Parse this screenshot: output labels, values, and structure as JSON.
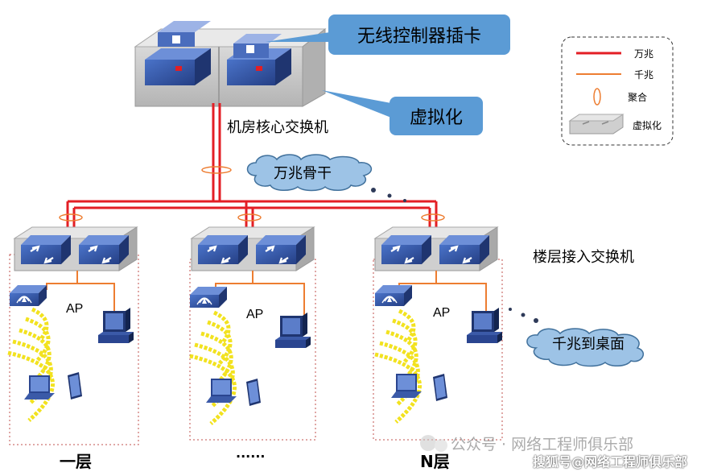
{
  "callouts": {
    "wireless_card": "无线控制器插卡",
    "virtualization": "虚拟化"
  },
  "labels": {
    "core_switch": "机房核心交换机",
    "access_switch": "楼层接入交换机",
    "backbone": "万兆骨干",
    "desktop": "千兆到桌面"
  },
  "legend": {
    "ten_gig": "万兆",
    "gig": "千兆",
    "aggregation": "聚合",
    "virtualization": "虚拟化"
  },
  "floors": [
    {
      "ap_label": "AP",
      "name": "一层"
    },
    {
      "ap_label": "AP",
      "name": "......"
    },
    {
      "ap_label": "AP",
      "name": "N层"
    }
  ],
  "watermark": {
    "top": "公众号 · 网络工程师俱乐部",
    "bottom": "搜狐号@网络工程师俱乐部"
  },
  "colors": {
    "ten_gig_line": "#e31e24",
    "gig_line": "#ed7d31",
    "callout": "#5b9bd5",
    "cloud": "#9dc3e6",
    "switch": "#2e4f9c",
    "wifi": "#f2e21f",
    "floor_border": "#c0504d"
  },
  "icons": [
    "switch-icon",
    "ap-icon",
    "wifi-waves-icon",
    "desktop-pc-icon",
    "laptop-icon",
    "tablet-icon",
    "cloud-icon"
  ]
}
